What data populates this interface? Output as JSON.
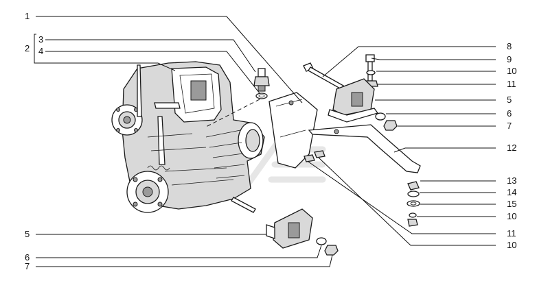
{
  "callouts_left": {
    "c1": "1",
    "c2": "2",
    "c3": "3",
    "c4": "4",
    "c5": "5",
    "c6": "6",
    "c7": "7"
  },
  "callouts_right": {
    "c8": "8",
    "c9": "9",
    "c10a": "10",
    "c11a": "11",
    "c5": "5",
    "c6": "6",
    "c7": "7",
    "c12": "12",
    "c13": "13",
    "c14": "14",
    "c15": "15",
    "c10b": "10",
    "c11b": "11",
    "c10c": "10"
  },
  "colors": {
    "ink": "#111111",
    "fill": "#d9d9d9",
    "shade": "#9a9a9a"
  }
}
